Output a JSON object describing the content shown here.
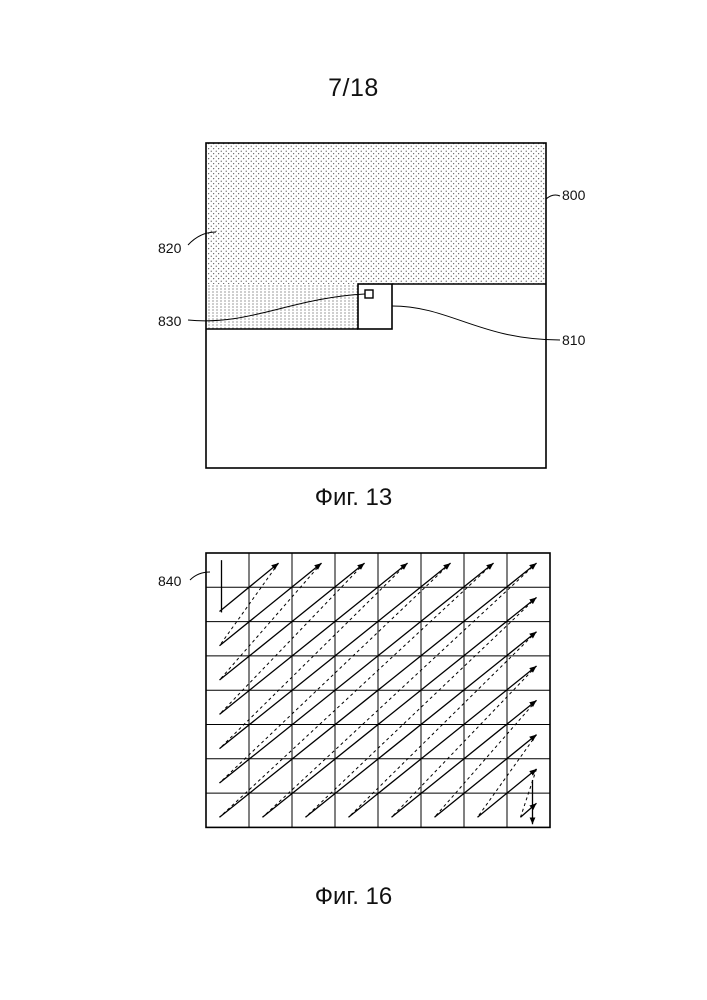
{
  "page": {
    "number": "7/18"
  },
  "figure13": {
    "caption": "Фиг. 13",
    "labels": {
      "frame": "800",
      "region_upper": "820",
      "region_left": "830",
      "block": "810"
    }
  },
  "figure16": {
    "caption": "Фиг. 16",
    "labels": {
      "grid": "840"
    },
    "grid": {
      "rows": 8,
      "cols": 8
    }
  }
}
